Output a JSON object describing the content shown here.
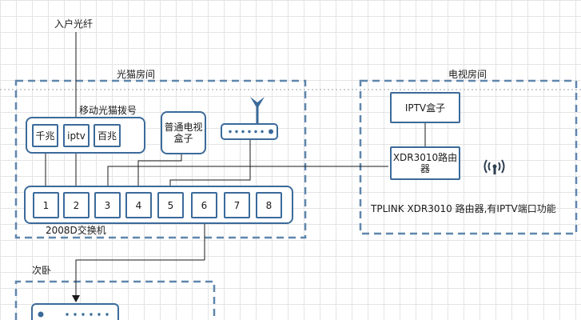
{
  "labels": {
    "fiber_in": "入户光纤",
    "modem_room": "光猫房间",
    "tv_room": "电视房间",
    "modem_dial": "移动光猫拨号",
    "switch_name": "2008D交换机",
    "tplink_note": "TPLINK XDR3010 路由器,有IPTV端口功能",
    "second_bedroom": "次卧"
  },
  "modem_ports": [
    "千兆",
    "iptv",
    "百兆"
  ],
  "normal_tv_box": "普通电视\n盒子",
  "iptv_box": "IPTV盒子",
  "xdr_router": "XDR3010路由\n器",
  "switch_ports": [
    "1",
    "2",
    "3",
    "4",
    "5",
    "6",
    "7",
    "8"
  ],
  "colors": {
    "border": "#3b6a9a",
    "line": "#1a1a1a",
    "grid": "#e4e4e4",
    "router_icon": "#3b6a9a"
  },
  "icons": [
    "router-icon",
    "wifi-icon",
    "router-icon-bottom"
  ]
}
